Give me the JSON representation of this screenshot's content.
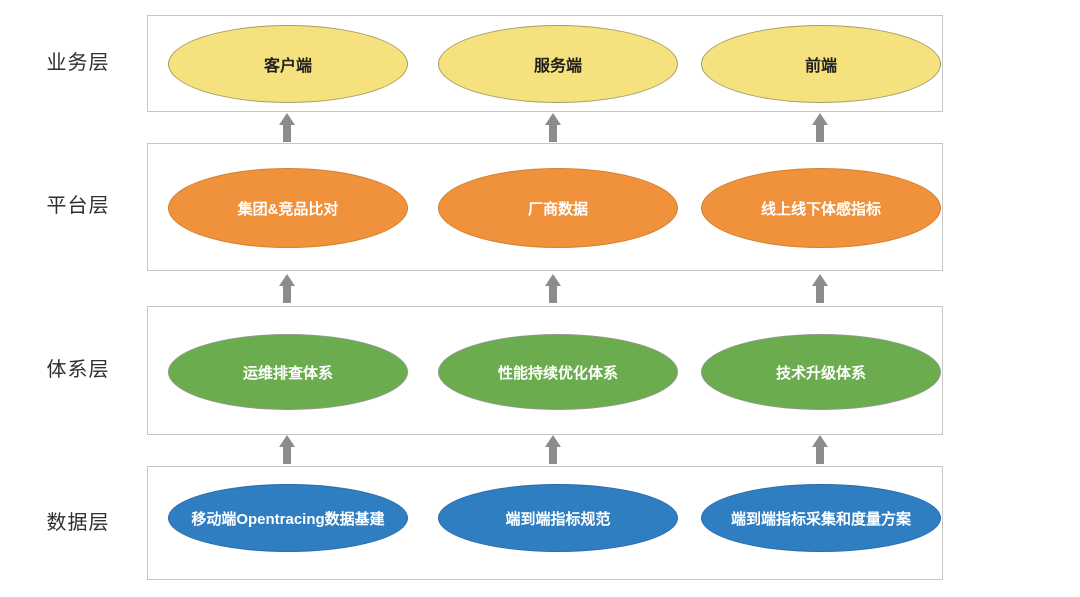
{
  "diagram": {
    "arrow_color": "#8C8C8C",
    "layers": [
      {
        "id": "business",
        "label": "业务层",
        "style": {
          "fill": "#F5E17D",
          "border": "#A79F66",
          "text": "#1F1F1F"
        },
        "nodes": [
          "客户端",
          "服务端",
          "前端"
        ]
      },
      {
        "id": "platform",
        "label": "平台层",
        "style": {
          "fill": "#F0913B",
          "border": "#D3802F",
          "text": "#FFFFFF"
        },
        "nodes": [
          "集团&竞品比对",
          "厂商数据",
          "线上线下体感指标"
        ]
      },
      {
        "id": "system",
        "label": "体系层",
        "style": {
          "fill": "#6BAC4F",
          "border": "#8F9B88",
          "text": "#FFFFFF"
        },
        "nodes": [
          "运维排查体系",
          "性能持续优化体系",
          "技术升级体系"
        ]
      },
      {
        "id": "data",
        "label": "数据层",
        "style": {
          "fill": "#2F7EC1",
          "border": "#2A6CA8",
          "text": "#FFFFFF"
        },
        "nodes": [
          "移动端Opentracing数据基建",
          "端到端指标规范",
          "端到端指标采集和度量方案"
        ]
      }
    ]
  }
}
